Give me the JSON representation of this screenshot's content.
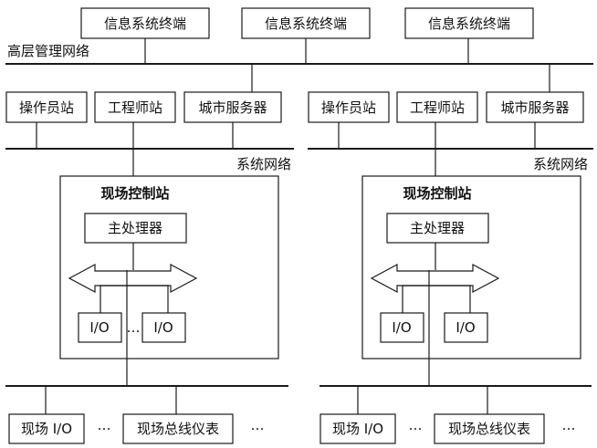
{
  "top": {
    "terminals": [
      "信息系统终端",
      "信息系统终端",
      "信息系统终端"
    ],
    "network_label": "高层管理网络"
  },
  "left": {
    "stations": [
      "操作员站",
      "工程师站",
      "城市服务器"
    ],
    "network_label": "系统网络",
    "control_station": "现场控制站",
    "processor": "主处理器",
    "io_1": "I/O",
    "io_dots": "…",
    "io_2": "I/O",
    "field_io": "现场 I/O",
    "field_dots_1": "…",
    "field_bus": "现场总线仪表",
    "field_dots_2": "…"
  },
  "right": {
    "stations": [
      "操作员站",
      "工程师站",
      "城市服务器"
    ],
    "network_label": "系统网络",
    "control_station": "现场控制站",
    "processor": "主处理器",
    "io_1": "I/O",
    "io_2": "I/O",
    "field_io": "现场 I/O",
    "field_dots_1": "…",
    "field_bus": "现场总线仪表",
    "field_dots_2": "…"
  }
}
